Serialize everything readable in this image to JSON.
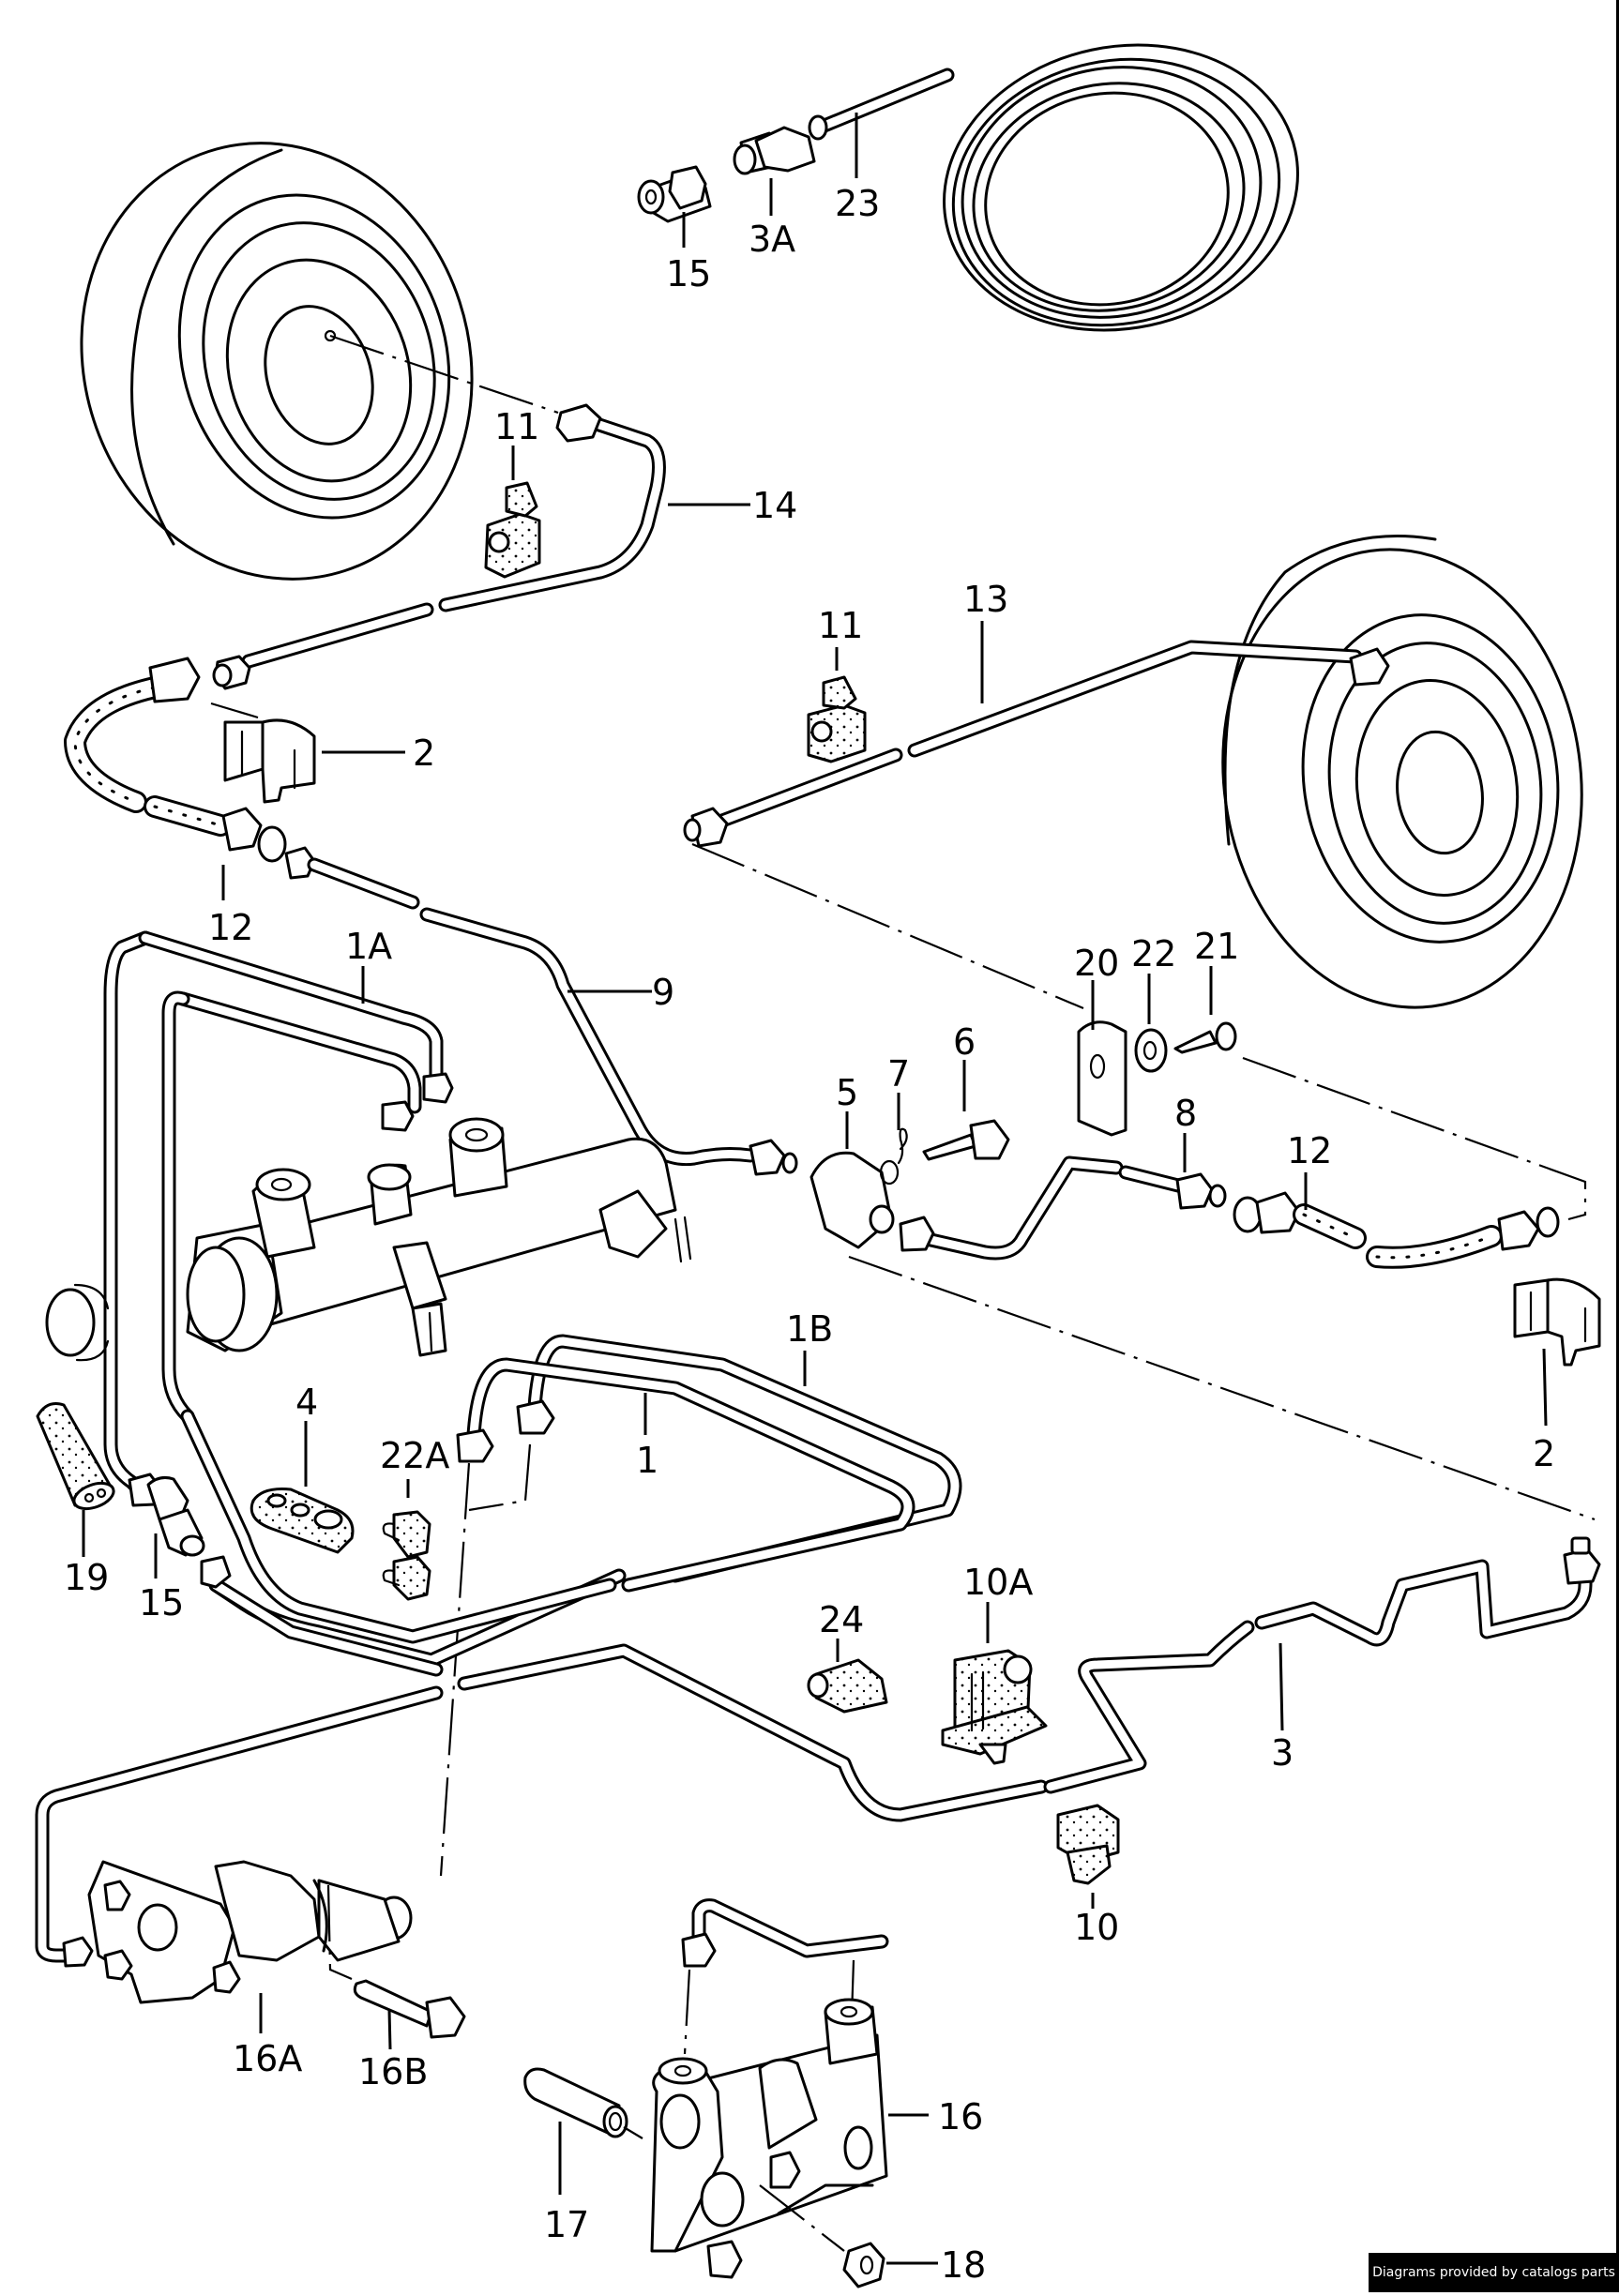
{
  "diagram": {
    "title": "Brake lines / master cylinder / pressure regulator exploded view",
    "labels": {
      "p15_top": "15",
      "p3A": "3A",
      "p23": "23",
      "p11_left": "11",
      "p14": "14",
      "p2_left": "2",
      "p12_left": "12",
      "p11_right": "11",
      "p13": "13",
      "p1A": "1A",
      "p9": "9",
      "p20": "20",
      "p22": "22",
      "p21": "21",
      "p5": "5",
      "p7": "7",
      "p6": "6",
      "p8": "8",
      "p12_right": "12",
      "p2_right": "2",
      "p1B": "1B",
      "p1": "1",
      "p4": "4",
      "p22A": "22A",
      "p19": "19",
      "p15_left": "15",
      "p24": "24",
      "p10A": "10A",
      "p3": "3",
      "p10": "10",
      "p16A": "16A",
      "p16B": "16B",
      "p16": "16",
      "p17": "17",
      "p18": "18"
    }
  },
  "footer": {
    "credit": "Diagrams provided by catalogs parts"
  }
}
